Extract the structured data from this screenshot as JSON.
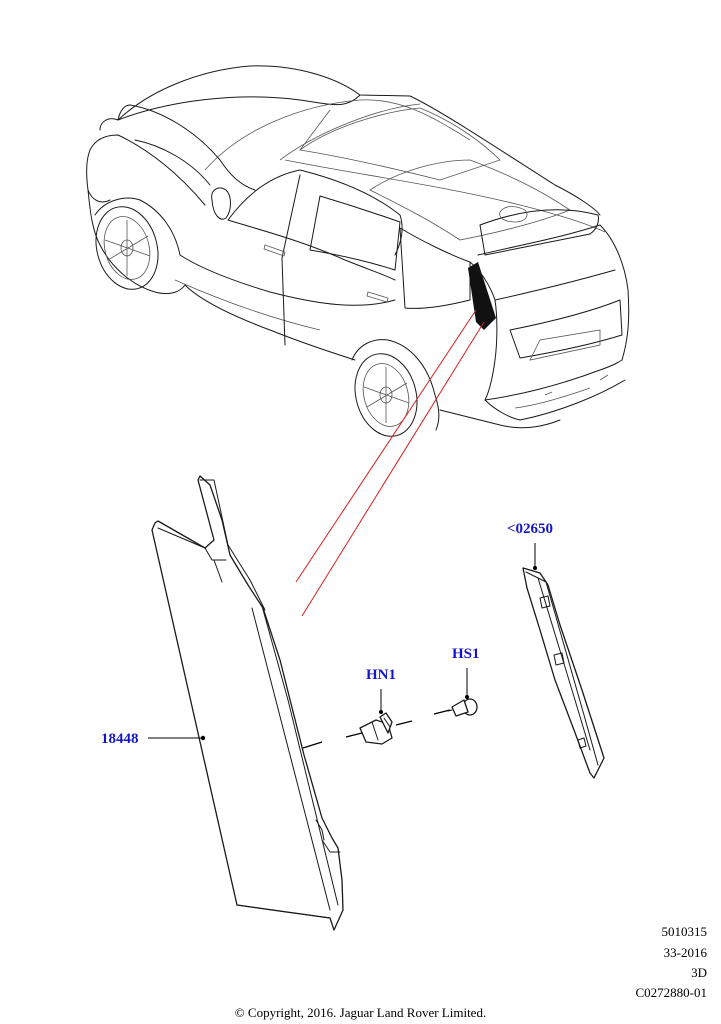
{
  "callouts": {
    "c1": "18448",
    "c2": "HN1",
    "c3": "HS1",
    "c4": "<02650"
  },
  "meta": {
    "line1": "5010315",
    "line2": "33-2016",
    "line3": "3D",
    "line4": "C0272880-01"
  },
  "copyright": "© Copyright, 2016. Jaguar Land Rover Limited.",
  "colors": {
    "callout": "#1515c8",
    "highlight": "#d62020",
    "linework": "#1a1a1a"
  }
}
